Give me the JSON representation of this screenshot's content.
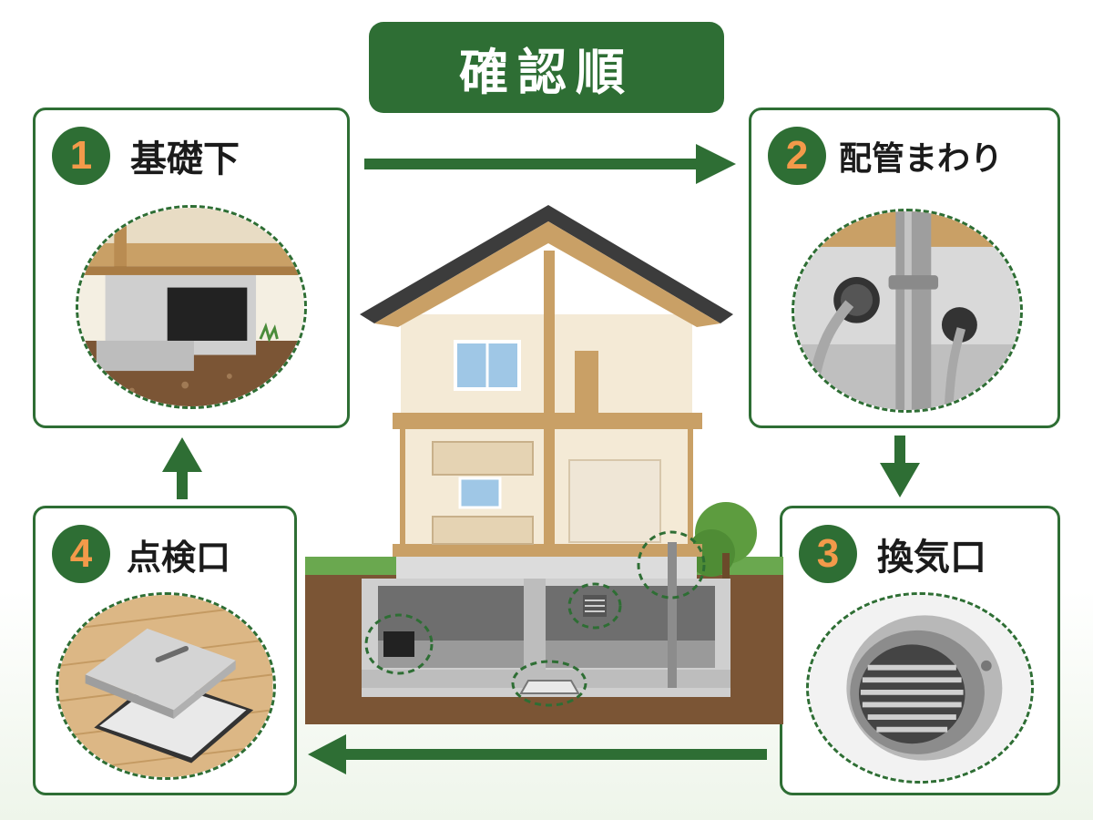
{
  "title": "確認順",
  "steps": [
    {
      "number": "1",
      "label": "基礎下",
      "icon": "foundation-icon"
    },
    {
      "number": "2",
      "label": "配管まわり",
      "icon": "pipe-icon"
    },
    {
      "number": "3",
      "label": "換気口",
      "icon": "vent-icon"
    },
    {
      "number": "4",
      "label": "点検口",
      "icon": "inspection-hatch-icon"
    }
  ],
  "colors": {
    "accent": "#2e6e34",
    "number": "#f39a4a",
    "wood": "#c9a066",
    "concrete": "#cfcfcf",
    "soil": "#7b5535"
  }
}
